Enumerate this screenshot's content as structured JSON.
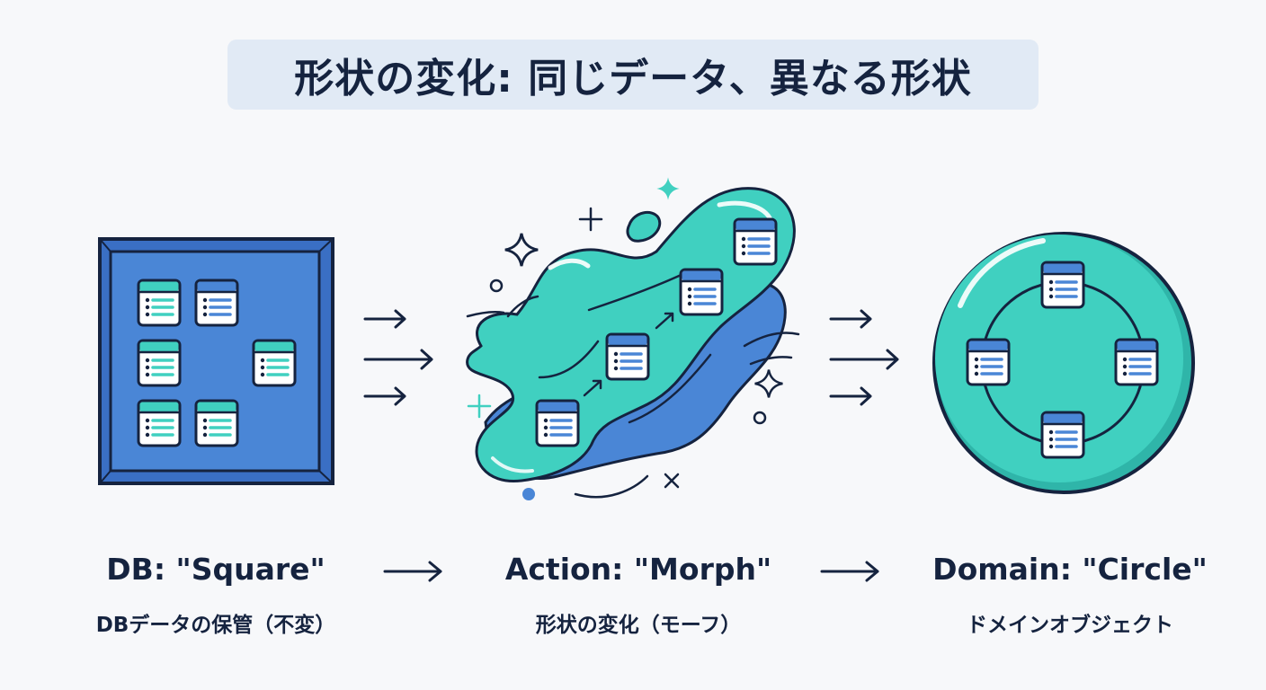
{
  "title": "形状の変化: 同じデータ、異なる形状",
  "stages": [
    {
      "label": "DB: \"Square\"",
      "sublabel": "DBデータの保管（不変）"
    },
    {
      "label": "Action: \"Morph\"",
      "sublabel": "形状の変化（モーフ）"
    },
    {
      "label": "Domain: \"Circle\"",
      "sublabel": "ドメインオブジェクト"
    }
  ],
  "colors": {
    "navy": "#15233f",
    "blue": "#4a86d6",
    "teal": "#40d0c0",
    "teal_dark": "#2fb5a9",
    "title_bg": "#e1eaf5",
    "background": "#f7f8fa"
  },
  "icons": [
    "table-icon",
    "arrow-right-icon",
    "sparkle-icon"
  ]
}
